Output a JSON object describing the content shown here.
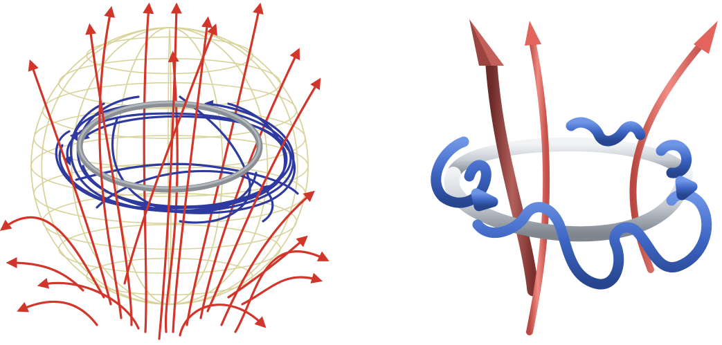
{
  "figure": {
    "panels": [
      {
        "id": "left",
        "description_role": "sphere-with-field-lines",
        "elements": [
          "wireframe-sphere",
          "gray-ring",
          "red-poloidal-field-lines",
          "blue-toroidal-field-lines"
        ]
      },
      {
        "id": "right",
        "description_role": "ring-with-helical-line",
        "elements": [
          "gray-torus-ring",
          "red-arrow-tubes",
          "blue-helical-tube"
        ]
      }
    ],
    "colors": {
      "sphere_wire": "#d8d39a",
      "ring_gray": "#8a8f95",
      "field_red": "#d2352a",
      "field_blue": "#2f3aa0",
      "tube_red": "#e2645c",
      "tube_red_dark": "#8e3b38",
      "tube_blue": "#3e66c4",
      "torus_light": "#d9dde2",
      "torus_shadow": "#8c939c"
    },
    "icons": [
      "arrow-head-icon"
    ]
  }
}
